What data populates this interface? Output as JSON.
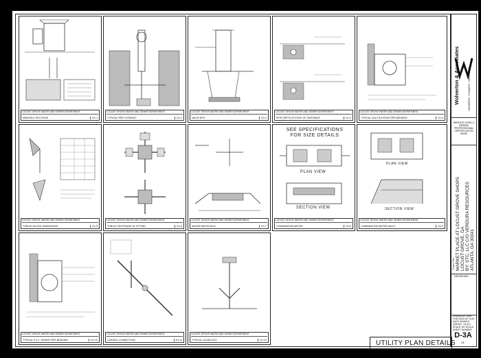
{
  "sheet_title": "UTILITY PLAN DETAILS",
  "details": [
    {
      "name": "MANHOLE SECTIONS",
      "num": "D1.1"
    },
    {
      "name": "TYPICAL FIRE HYDRANT",
      "num": "D1.1"
    },
    {
      "name": "VALVE BOX",
      "num": "D1.2"
    },
    {
      "name": "PIPE DEPTH AT EDGE OF PAVEMENT",
      "num": "D1.3"
    },
    {
      "name": "TYPICAL DUCTILE IRON PIPE BEDDING",
      "num": "D1.4"
    },
    {
      "name": "THRUST BLOCK DIMENSIONS",
      "num": "D1.5"
    },
    {
      "name": "THRUST RESTRAINT AT FITTING",
      "num": "D1.6"
    },
    {
      "name": "WATER METER BOX",
      "num": "D1.7"
    },
    {
      "name": "COMBINATION METER",
      "num": "D1.8"
    },
    {
      "name": "COMBINATION METER VAULT",
      "num": "D1.9"
    },
    {
      "name": "TYPICAL P.V.C. SEWER PIPE BEDDING",
      "num": "D1.10"
    },
    {
      "name": "LATERAL CONNECTION",
      "num": "D1.11"
    },
    {
      "name": "TYPICAL CLEAN-OUT",
      "num": "D1.12"
    }
  ],
  "panel_captions": {
    "see_specs": "SEE SPECIFICATIONS FOR SIZE DETAILS",
    "plan_view": "PLAN VIEW",
    "section_view": "SECTION VIEW"
  },
  "titleblock_header": "LOCUST GROVE WATER AND SEWER DEPARTMENT",
  "firm": {
    "name": "Wolverton & Associates",
    "address": "ENGINEERS · PLANNERS · SURVEYORS"
  },
  "certification": "SERVICE LEVEL II DESIGN PROFESSIONAL CERTIFICATION #0000",
  "project": {
    "label": "Project Title:",
    "line1": "MARKET PLACE AT LOCUST GROVE SHOPS",
    "line2": "LOCUST GROVE, GA",
    "line3": "BY: STC, LLC C/O VERDURA RESOURCES",
    "line4": "ATLANTA, GA 30341"
  },
  "revisions_label": "REVISIONS",
  "info": {
    "drawn_by": "DRAWN BY",
    "drawn_val": "DMH",
    "checked_by": "CHECKED BY",
    "checked_val": "CLW",
    "date": "DATE",
    "date_val": "08/08/18",
    "job": "JOB NO.",
    "job_val": "13-014",
    "scale": "SCALE",
    "scale_val": "NO SCALE",
    "sheet": "SHEET NUMBER"
  },
  "sheet_number": "D-3A",
  "sheet_of": "OF"
}
